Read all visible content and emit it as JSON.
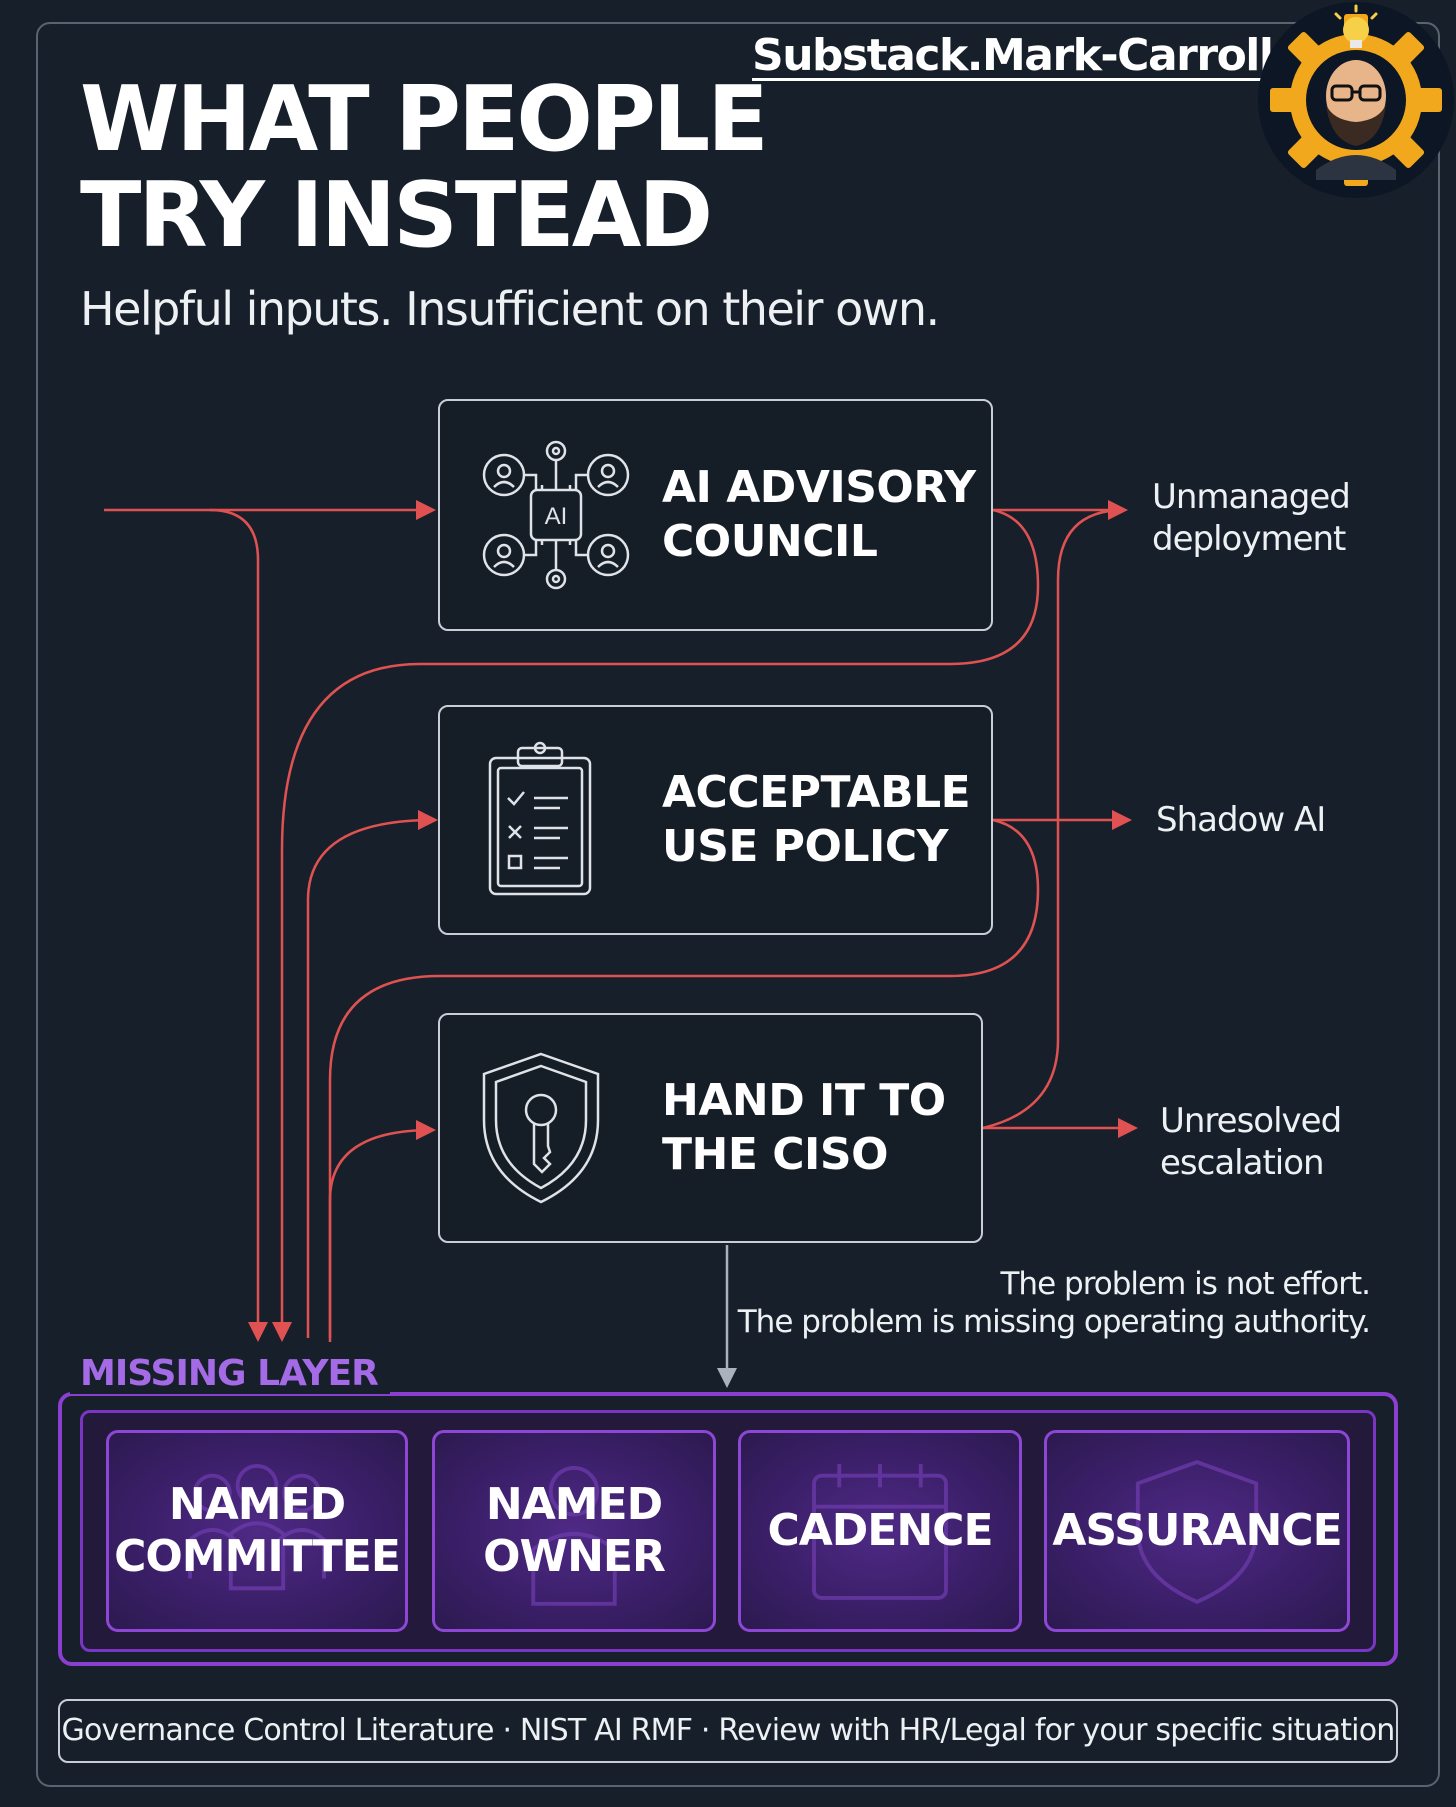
{
  "header": {
    "site_link": "Substack.Mark-Carroll.com",
    "title_line1": "WHAT PEOPLE",
    "title_line2": "TRY INSTEAD",
    "subtitle": "Helpful inputs. Insufficient on their own."
  },
  "approaches": [
    {
      "line1": "AI ADVISORY",
      "line2": "COUNCIL",
      "icon": "ai-council-icon"
    },
    {
      "line1": "ACCEPTABLE",
      "line2": "USE POLICY",
      "icon": "clipboard-checklist-icon"
    },
    {
      "line1": "HAND IT TO",
      "line2": "THE CISO",
      "icon": "shield-key-icon"
    }
  ],
  "outcomes": [
    {
      "line1": "Unmanaged",
      "line2": "deployment"
    },
    {
      "line1": "Shadow AI"
    },
    {
      "line1": "Unresolved",
      "line2": "escalation"
    }
  ],
  "note": {
    "line1": "The problem is not effort.",
    "line2": "The problem is missing operating authority."
  },
  "missing_layer": {
    "title": "MISSING LAYER",
    "items": [
      {
        "line1": "NAMED",
        "line2": "COMMITTEE",
        "icon": "people-group-icon"
      },
      {
        "line1": "NAMED",
        "line2": "OWNER",
        "icon": "person-icon"
      },
      {
        "line1": "CADENCE",
        "icon": "calendar-icon"
      },
      {
        "line1": "ASSURANCE",
        "icon": "shield-icon"
      }
    ]
  },
  "footer": "Governance Control Literature · NIST AI RMF · Review with HR/Legal for your specific situation",
  "colors": {
    "background": "#17202a",
    "flow_arrow": "#e05252",
    "missing_accent": "#8a3fd1",
    "card_border": "#c9ced6"
  }
}
